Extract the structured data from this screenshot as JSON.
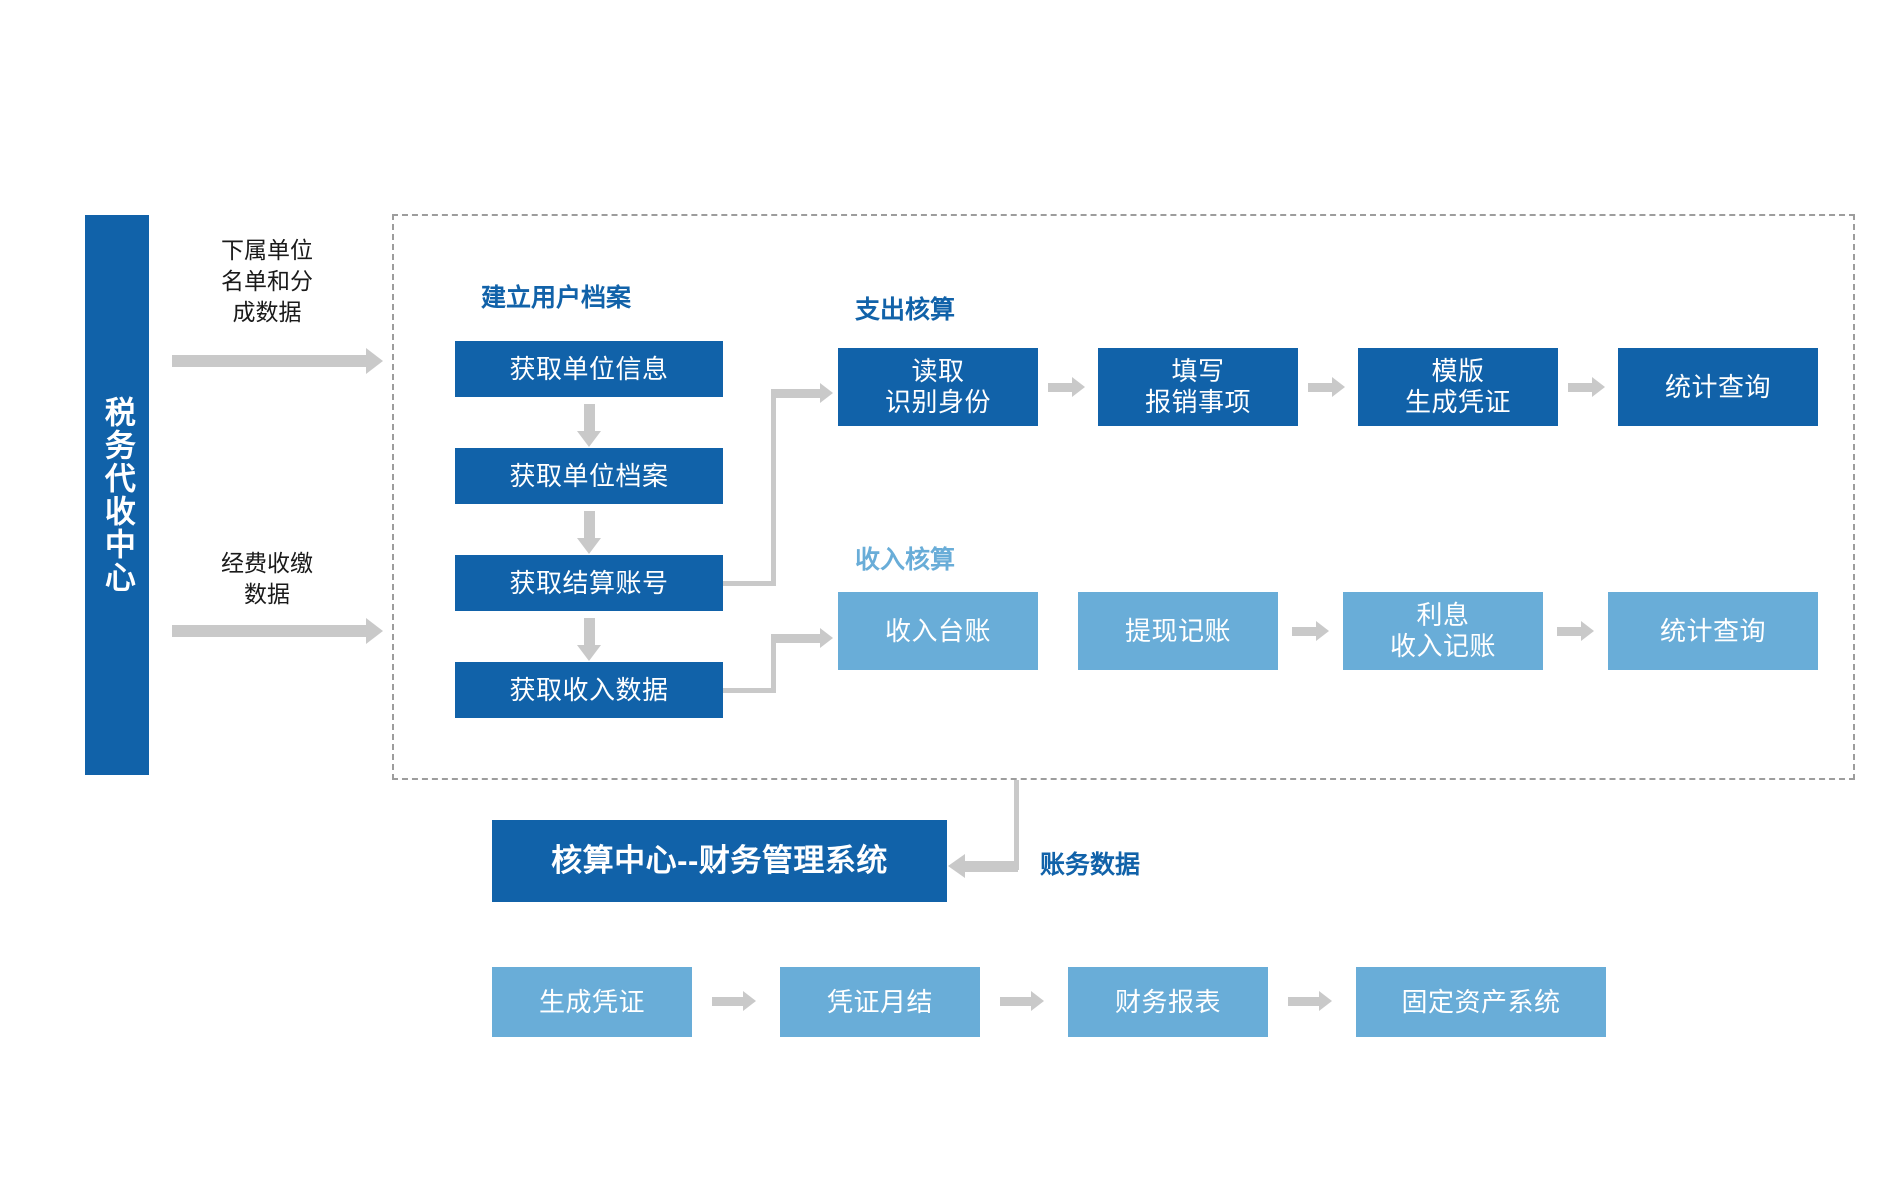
{
  "org": {
    "banner_label": "税务代收中心"
  },
  "inbound_labels": [
    {
      "text": "下属单位\n名单和分\n成数据"
    },
    {
      "text": "经费收缴\n数据"
    }
  ],
  "groups": {
    "user_archive": {
      "title": "建立用户档案",
      "steps": [
        {
          "label": "获取单位信息"
        },
        {
          "label": "获取单位档案"
        },
        {
          "label": "获取结算账号"
        },
        {
          "label": "获取收入数据"
        }
      ]
    },
    "expense": {
      "title": "支出核算",
      "steps": [
        {
          "line1": "读取",
          "line2": "识别身份"
        },
        {
          "line1": "填写",
          "line2": "报销事项"
        },
        {
          "line1": "模版",
          "line2": "生成凭证"
        },
        {
          "line1": "统计查询",
          "line2": ""
        }
      ]
    },
    "income": {
      "title": "收入核算",
      "steps": [
        {
          "line1": "收入台账",
          "line2": ""
        },
        {
          "line1": "提现记账",
          "line2": ""
        },
        {
          "line1": "利息",
          "line2": "收入记账"
        },
        {
          "line1": "统计查询",
          "line2": ""
        }
      ]
    }
  },
  "accounting_center": {
    "title": "核算中心--财务管理系统",
    "incoming_label": "账务数据",
    "steps": [
      {
        "label": "生成凭证"
      },
      {
        "label": "凭证月结"
      },
      {
        "label": "财务报表"
      },
      {
        "label": "固定资产系统"
      }
    ]
  },
  "colors": {
    "dark_blue": "#1162a9",
    "light_blue": "#69add8",
    "arrow_grey": "#c9c9c9",
    "dashed_grey": "#9d9d9d",
    "background": "#ffffff"
  }
}
